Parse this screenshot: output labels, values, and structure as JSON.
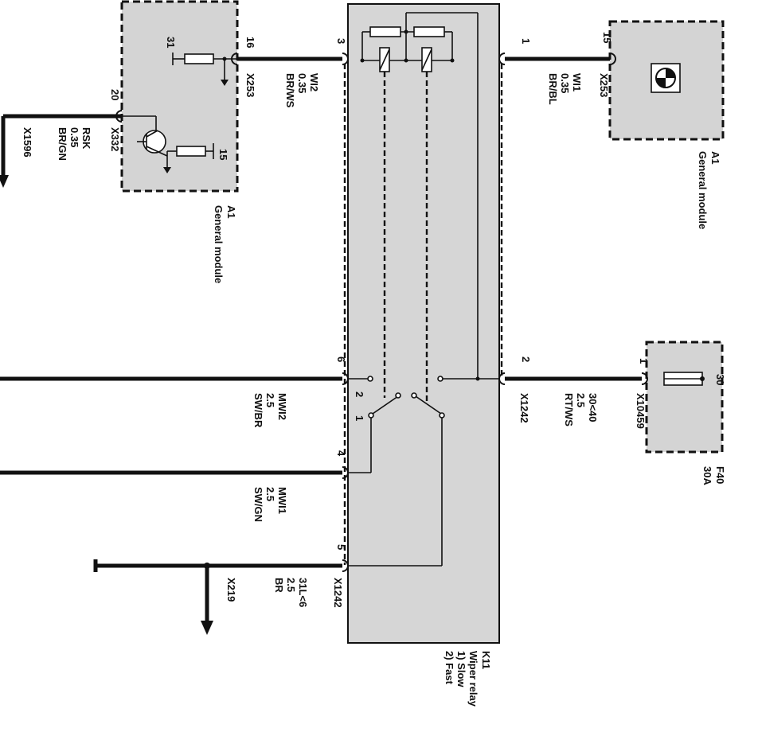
{
  "relay": {
    "ref": "K11",
    "name": "Wiper relay",
    "mode1": "1) Slow",
    "mode2": "2) Fast",
    "contact1": "1",
    "contact2": "2",
    "pins": {
      "p3": "3",
      "p1": "1",
      "p6": "6",
      "p2": "2",
      "p4": "4",
      "p5": "5"
    }
  },
  "gm_left": {
    "ref": "A1",
    "name": "General module",
    "pin31": "31",
    "pin15": "15",
    "pin16": "16",
    "pin20": "20"
  },
  "gm_right": {
    "ref": "A1",
    "name": "General module",
    "pin15": "15"
  },
  "fuse": {
    "ref": "F40",
    "rating": "30A",
    "pin1": "1",
    "term30": "30"
  },
  "wires": {
    "w_left_top": {
      "conn": "X253",
      "signal": "WI2",
      "size": "0.35",
      "color": "BR/WS"
    },
    "w_right_top": {
      "conn": "X253",
      "signal": "WI1",
      "size": "0.35",
      "color": "BR/BL"
    },
    "w_rsk": {
      "conn": "X332",
      "signal": "RSK",
      "size": "0.35",
      "color": "BR/GN",
      "dest": "X1596"
    },
    "w_mwi2": {
      "signal": "MWI2",
      "size": "2.5",
      "color": "SW/BR"
    },
    "w_x1242_top": {
      "conn": "X1242",
      "signal": "30<40",
      "size": "2.5",
      "color": "RT/WS"
    },
    "w_x10459": {
      "conn": "X10459"
    },
    "w_mwi1": {
      "signal": "MWI1",
      "size": "2.5",
      "color": "SW/GN"
    },
    "w_31l": {
      "conn": "X1242",
      "signal": "31L<6",
      "size": "2.5",
      "color": "BR",
      "dest": "X219"
    }
  },
  "icons": [
    "logo-icon",
    "ground-icon",
    "transistor-icon",
    "resistor-icon",
    "coil-icon",
    "fuse-icon",
    "arrow-icon"
  ]
}
